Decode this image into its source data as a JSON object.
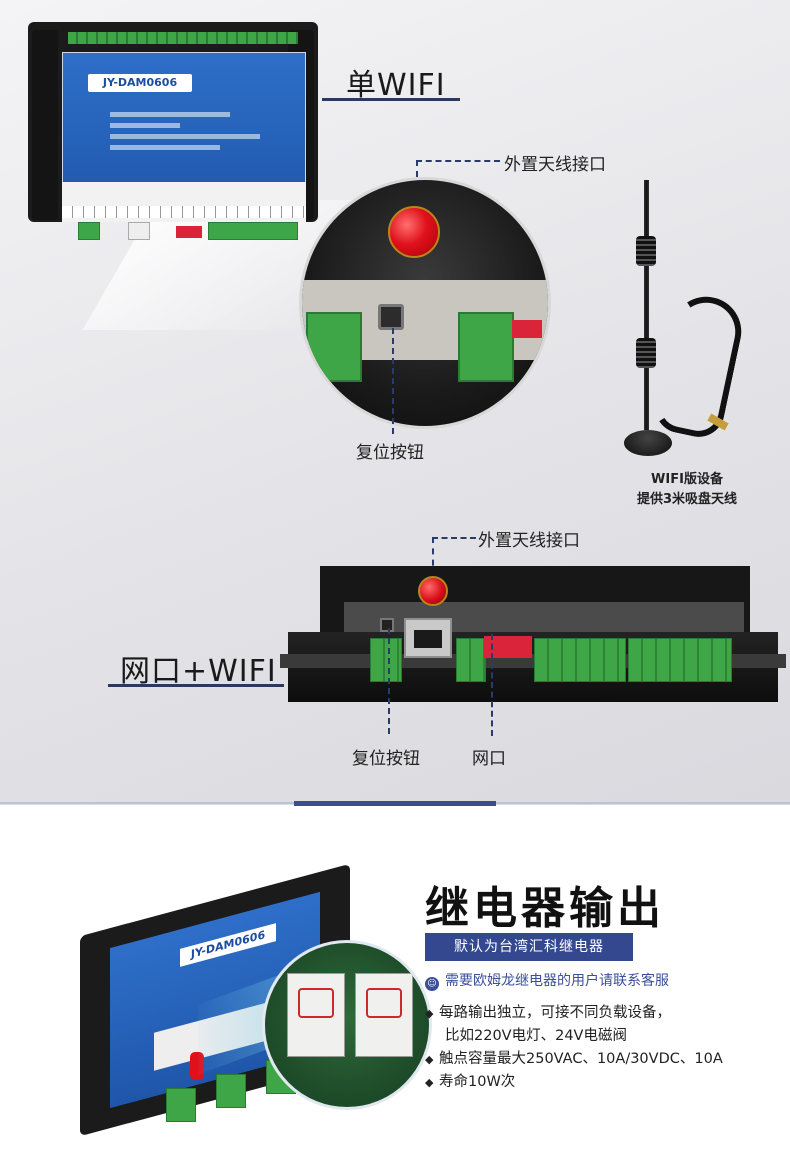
{
  "section_wifi": {
    "heading": "单WIFI",
    "antenna_port_label": "外置天线接口",
    "reset_button_label": "复位按钮",
    "antenna_caption_line1": "WIFI版设备",
    "antenna_caption_line2": "提供3米吸盘天线",
    "device_model": "JY-DAM0606"
  },
  "section_eth_wifi": {
    "heading": "网口+WIFI",
    "antenna_port_label": "外置天线接口",
    "reset_button_label": "复位按钮",
    "ethernet_label": "网口"
  },
  "relay_output": {
    "title": "继电器输出",
    "badge": "默认为台湾汇科继电器",
    "note": "需要欧姆龙继电器的用户请联系客服",
    "features": [
      "每路输出独立，可接不同负载设备，",
      "比如220V电灯、24V电磁阀",
      "触点容量最大250VAC、10A/30VDC、10A",
      "寿命10W次"
    ],
    "device_model": "JY-DAM0606"
  },
  "colors": {
    "accent": "#34488f",
    "dash": "#2a3a6a",
    "terminal_green": "#3fa648",
    "panel_blue": "#2e6fc9"
  },
  "icons": [
    "user-service-icon",
    "diamond-bullet-icon"
  ]
}
